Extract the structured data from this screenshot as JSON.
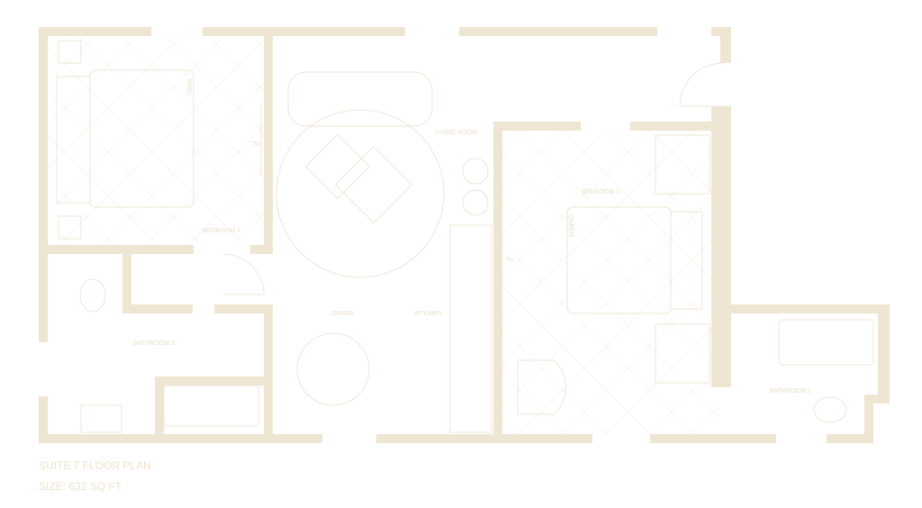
{
  "plan": {
    "title": "SUITE 7 FLOOR PLAN",
    "size": "SIZE: 632 SQ FT",
    "rooms": {
      "living_room": "LIVING ROOM",
      "bedroom_1": "BEDROOM 1",
      "bedroom_2": "BEDROOM 2",
      "bathroom_1": "BATHROOM 1",
      "bathroom_2": "BATHROOM 2",
      "dining": "DINING",
      "kitchen": "KITCHEN"
    },
    "furniture": {
      "king": "KING",
      "queen": "QUEEN",
      "tv": "TV"
    },
    "colors": {
      "wall": "#efe5d3",
      "text": "#e9dec9"
    }
  }
}
